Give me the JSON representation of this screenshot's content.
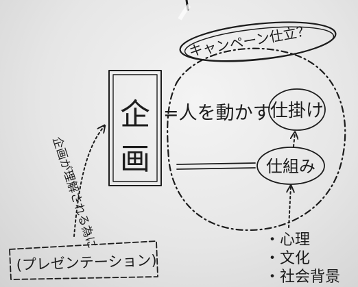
{
  "campaign_label": "キャンペーン仕立？",
  "planning": {
    "char1": "企",
    "char2": "画"
  },
  "people_phrase": "=人を動かす",
  "mechanism_label": "仕掛け",
  "system_label": "仕組み",
  "purpose_note": "企画が理解される為に",
  "presentation_label": "(プレゼンテーション)",
  "background_factors": [
    "・心理",
    "・文化",
    "・社会背景"
  ]
}
